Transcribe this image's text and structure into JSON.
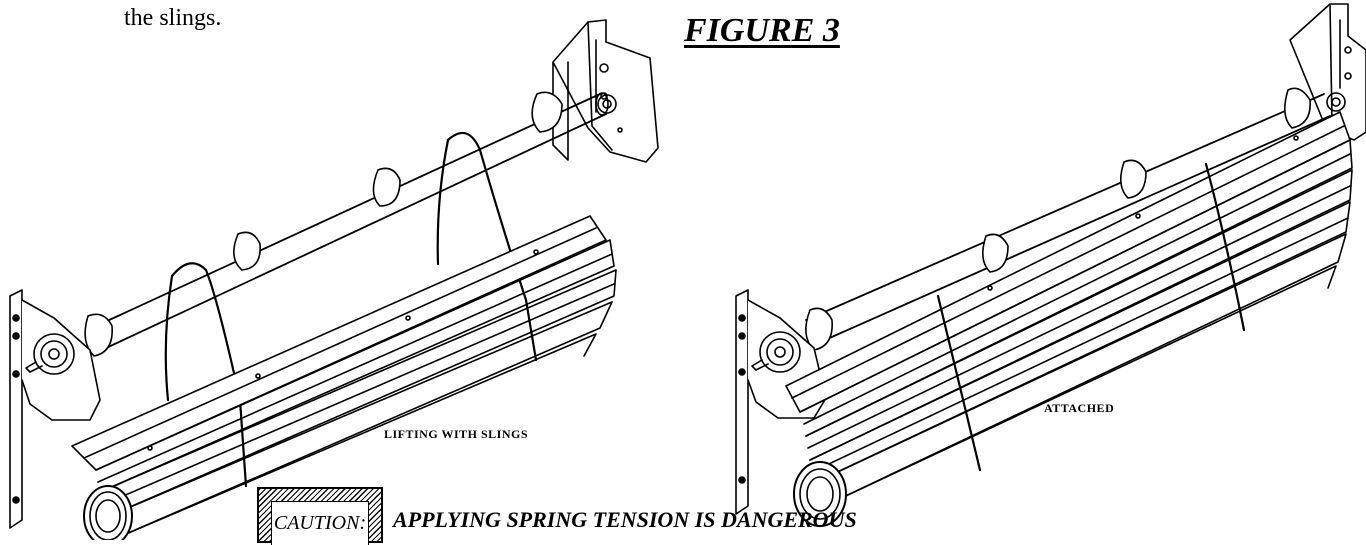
{
  "intro": {
    "text": "the slings."
  },
  "figure": {
    "title": "FIGURE 3"
  },
  "left_diagram": {
    "caption": "LIFTING WITH SLINGS"
  },
  "right_diagram": {
    "caption": "ATTACHED"
  },
  "caution": {
    "label": "CAUTION:",
    "message": "APPLYING SPRING TENSION IS DANGEROUS"
  }
}
